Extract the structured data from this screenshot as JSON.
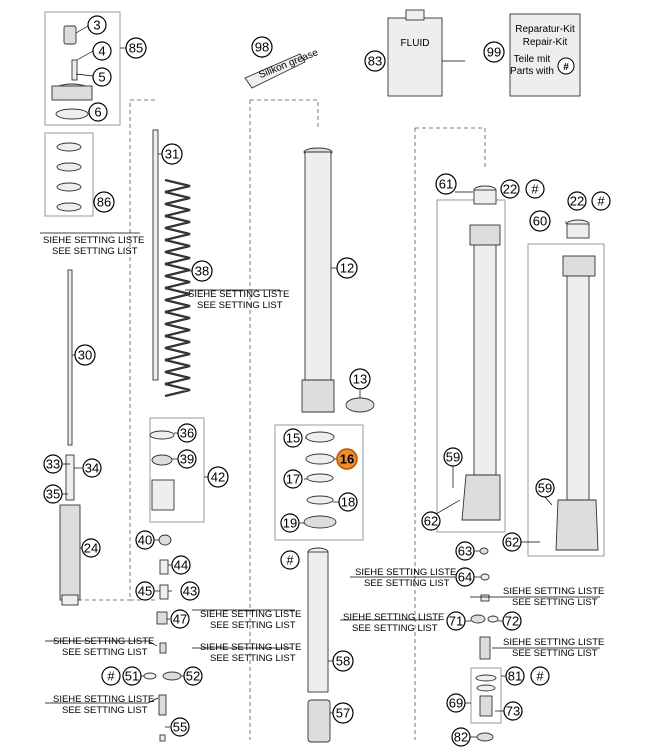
{
  "callouts": {
    "c3": "3",
    "c4": "4",
    "c5": "5",
    "c6": "6",
    "c85": "85",
    "c86": "86",
    "c31": "31",
    "c38": "38",
    "c30": "30",
    "c33": "33",
    "c34": "34",
    "c35": "35",
    "c24": "24",
    "c36": "36",
    "c39": "39",
    "c42": "42",
    "c40": "40",
    "c44": "44",
    "c45": "45",
    "c43": "43",
    "c47": "47",
    "c51": "51",
    "c52": "52",
    "c55": "55",
    "c98": "98",
    "c83": "83",
    "c99": "99",
    "c12": "12",
    "c13": "13",
    "c15": "15",
    "c16": "16",
    "c17": "17",
    "c18": "18",
    "c19": "19",
    "c58": "58",
    "c57": "57",
    "c61": "61",
    "c22a": "22",
    "c22b": "22",
    "c60": "60",
    "c59a": "59",
    "c59b": "59",
    "c62a": "62",
    "c62b": "62",
    "c63": "63",
    "c64": "64",
    "c71": "71",
    "c72": "72",
    "c81": "81",
    "c69": "69",
    "c73": "73",
    "c82": "82",
    "h1": "#",
    "h2": "#",
    "h3": "#",
    "h4": "#",
    "h5": "#",
    "h6": "#"
  },
  "highlighted_part": "16",
  "notes": {
    "setting_de": "SIEHE SETTING LISTE",
    "setting_en": "SEE SETTING LIST"
  },
  "fluid_label": "FLUID",
  "grease_label": "Silikon grease",
  "repair_kit": {
    "line1": "Reparatur-Kit",
    "line2": "Repair-Kit",
    "line3": "Teile mit",
    "line4": "Parts with",
    "symbol": "#"
  }
}
